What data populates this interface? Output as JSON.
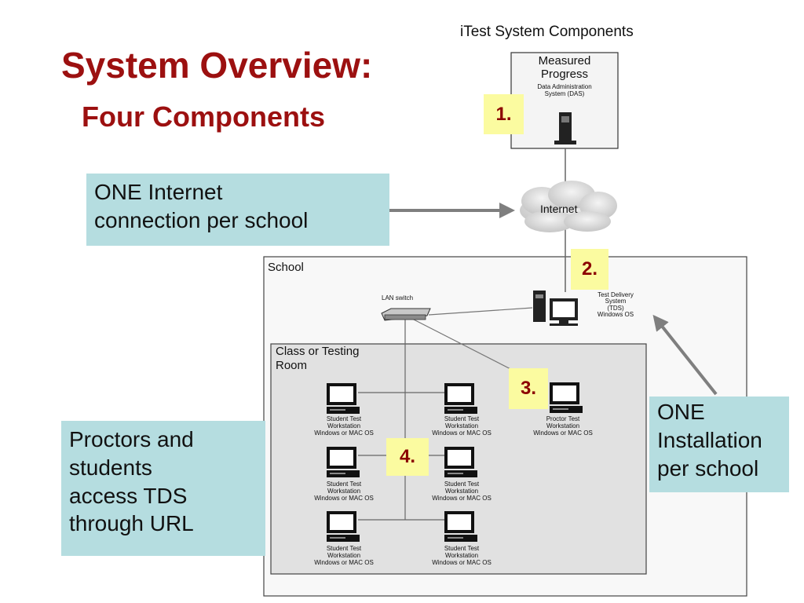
{
  "slide": {
    "title": "System Overview:",
    "subtitle": "Four Components"
  },
  "diagram": {
    "title": "iTest System Components",
    "das": {
      "line1": "Measured",
      "line2": "Progress",
      "line3": "Data Administration",
      "line4": "System (DAS)"
    },
    "internet_label": "Internet",
    "school_label": "School",
    "room_label_1": "Class or Testing",
    "room_label_2": "Room",
    "lan_label": "LAN switch",
    "tds": {
      "line1": "Test Delivery",
      "line2": "System",
      "line3": "(TDS)",
      "line4": "Windows OS"
    },
    "workstations": [
      {
        "l1": "Student Test",
        "l2": "Workstation",
        "l3": "Windows or MAC OS"
      },
      {
        "l1": "Student Test",
        "l2": "Workstation",
        "l3": "Windows or MAC OS"
      },
      {
        "l1": "Proctor Test",
        "l2": "Workstation",
        "l3": "Windows or MAC OS"
      },
      {
        "l1": "Student Test",
        "l2": "Workstation",
        "l3": "Windows or MAC OS"
      },
      {
        "l1": "Student Test",
        "l2": "Workstation",
        "l3": "Windows or MAC OS"
      },
      {
        "l1": "Student Test",
        "l2": "Workstation",
        "l3": "Windows or MAC OS"
      },
      {
        "l1": "Student Test",
        "l2": "Workstation",
        "l3": "Windows or MAC OS"
      }
    ]
  },
  "numbers": [
    "1.",
    "2.",
    "3.",
    "4."
  ],
  "callouts": {
    "internet": [
      "ONE Internet",
      "connection per school"
    ],
    "proctors": [
      "Proctors and",
      "students",
      "access TDS",
      "through URL"
    ],
    "install": [
      "ONE",
      "Installation",
      "per school"
    ]
  },
  "colors": {
    "title": "#9c1010",
    "callout_bg": "#b5dde0",
    "number_bg": "#fbfba0",
    "number_text": "#8b0000",
    "arrow": "#7f7f7f"
  }
}
